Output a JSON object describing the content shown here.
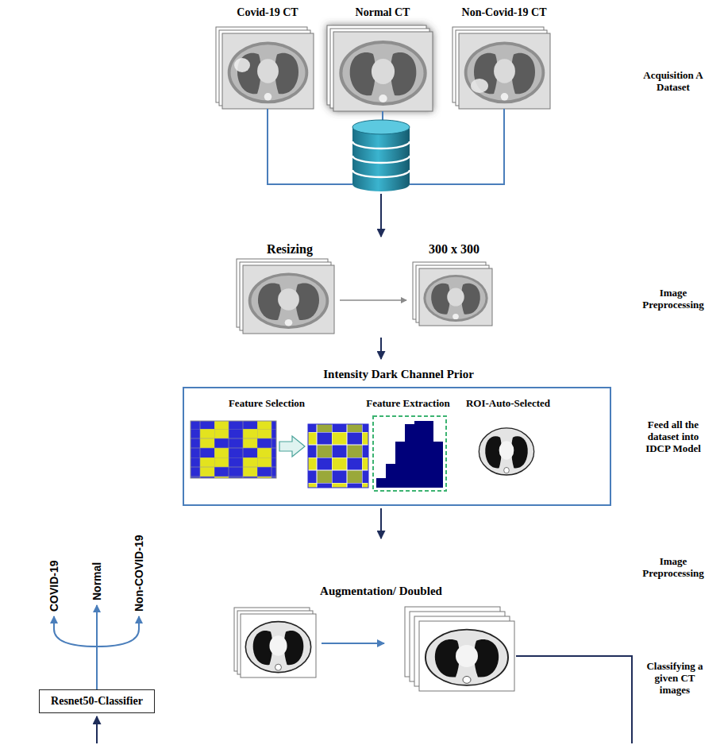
{
  "diagram": {
    "nodes": [
      {
        "text": [
          "Intensity Dark Channel Prior",
          "Feature Selection",
          "Feature Extraction",
          "ROI-Auto-Selected"
        ]
      },
      {
        "text": [
          "Resnet50-Classifier"
        ]
      }
    ],
    "labels": [
      "Covid-19 CT",
      "Normal CT",
      "Non-Covid-19 CT",
      "Acquisition A Dataset",
      "Resizing",
      "300 x 300",
      "Image Preprocessing",
      "Feed all the dataset into IDCP Model",
      "Augmentation/ Doubled",
      "Image Preprocessing",
      "Classifying a given CT images",
      "COVID-19",
      "Normal",
      "Non-COVID-19"
    ]
  }
}
